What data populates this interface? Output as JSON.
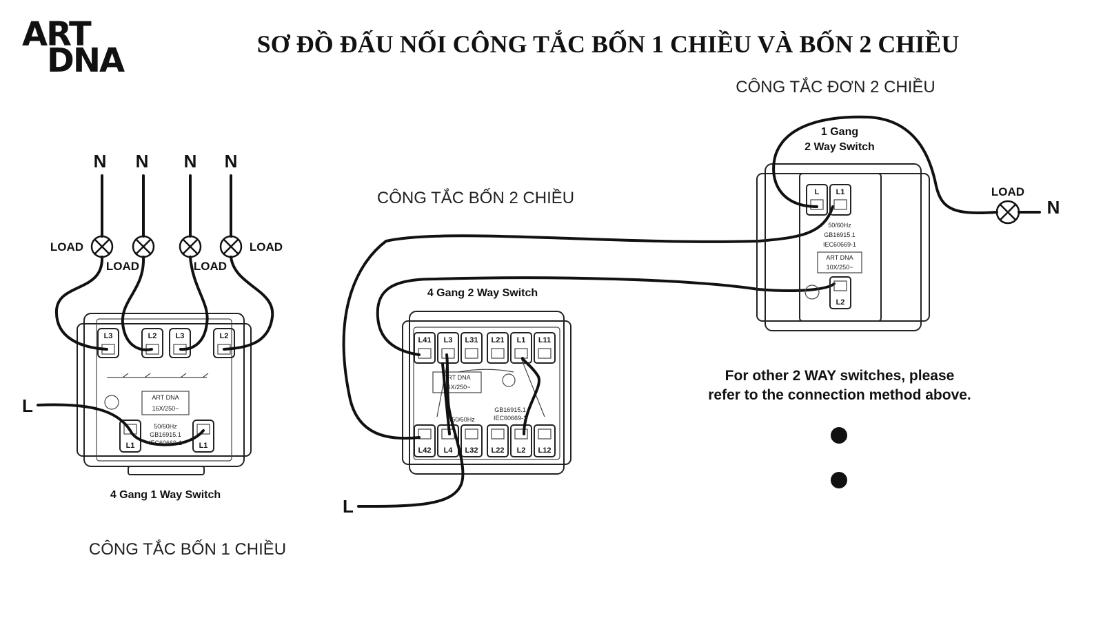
{
  "logo": {
    "line1": "ART",
    "line2": "DNA"
  },
  "title": "SƠ ĐỒ ĐẤU NỐI CÔNG TẮC BỐN 1 CHIỀU VÀ BỐN 2 CHIỀU",
  "sections": {
    "one_way_4": "CÔNG TẮC  BỐN 1 CHIỀU",
    "two_way_4": "CÔNG TẮC BỐN 2 CHIỀU",
    "two_way_1": "CÔNG TẮC ĐƠN 2 CHIỀU"
  },
  "labels": {
    "neutral": "N",
    "live": "L",
    "load": "LOAD"
  },
  "switch_left": {
    "caption": "4 Gang 1 Way Switch",
    "top_terms": [
      "L3",
      "L2",
      "L3",
      "L2"
    ],
    "bottom_terms": [
      "L1",
      "L1"
    ],
    "marks": [
      "ART DNA",
      "16X/250~",
      "50/60Hz",
      "GB16915.1",
      "IEC60669-1"
    ]
  },
  "switch_mid": {
    "caption": "4 Gang 2 Way Switch",
    "top_terms": [
      "L41",
      "L3",
      "L31",
      "L21",
      "L1",
      "L11"
    ],
    "bottom_terms": [
      "L42",
      "L4",
      "L32",
      "L22",
      "L2",
      "L12"
    ],
    "marks": [
      "ART DNA",
      "16X/250~",
      "50/60Hz",
      "GB16915.1",
      "IEC60669-1"
    ]
  },
  "switch_right": {
    "caption_line1": "1 Gang",
    "caption_line2": "2 Way Switch",
    "top_terms": [
      "L",
      "L1"
    ],
    "bottom_terms": [
      "L2"
    ],
    "marks": [
      "50/60Hz",
      "GB16915.1",
      "IEC60669-1",
      "ART DNA",
      "10X/250~"
    ]
  },
  "note": {
    "line1": "For other 2 WAY switches, please",
    "line2": "refer to the connection method above."
  },
  "colors": {
    "ink": "#111111",
    "background": "#ffffff"
  }
}
